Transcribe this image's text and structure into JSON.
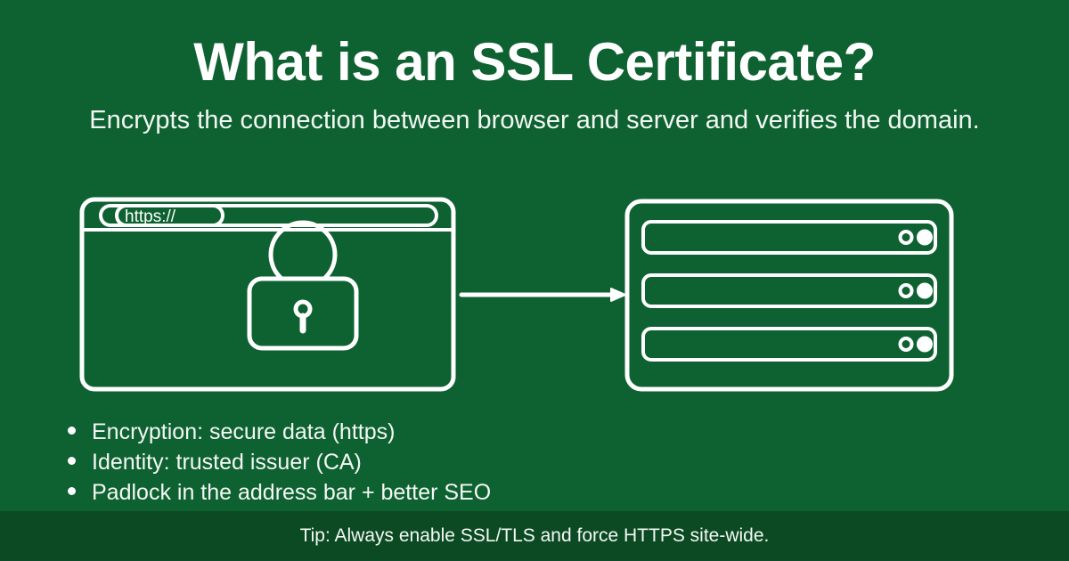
{
  "theme": {
    "background": "#0e6130",
    "footer_background": "#0b4a22",
    "stroke": "#ffffff",
    "text": "#ffffff",
    "muted_text": "#f2f7f3"
  },
  "header": {
    "title": "What is an SSL Certificate?",
    "subtitle": "Encrypts the connection between browser and server and verifies the domain."
  },
  "illustration": {
    "browser": {
      "name": "browser-window",
      "address_bar_label": "https://",
      "content_icon": "padlock-icon"
    },
    "connector": {
      "name": "connection-arrow",
      "direction": "browser-to-server"
    },
    "server": {
      "name": "server-rack",
      "slots": [
        {
          "led_hollow": true,
          "led_filled": true
        },
        {
          "led_hollow": true,
          "led_filled": true
        },
        {
          "led_hollow": true,
          "led_filled": true
        }
      ]
    }
  },
  "bullets": [
    "Encryption: secure data (https)",
    "Identity: trusted issuer (CA)",
    "Padlock in the address bar + better SEO"
  ],
  "footer": {
    "tip": "Tip: Always enable SSL/TLS and force HTTPS site-wide."
  }
}
